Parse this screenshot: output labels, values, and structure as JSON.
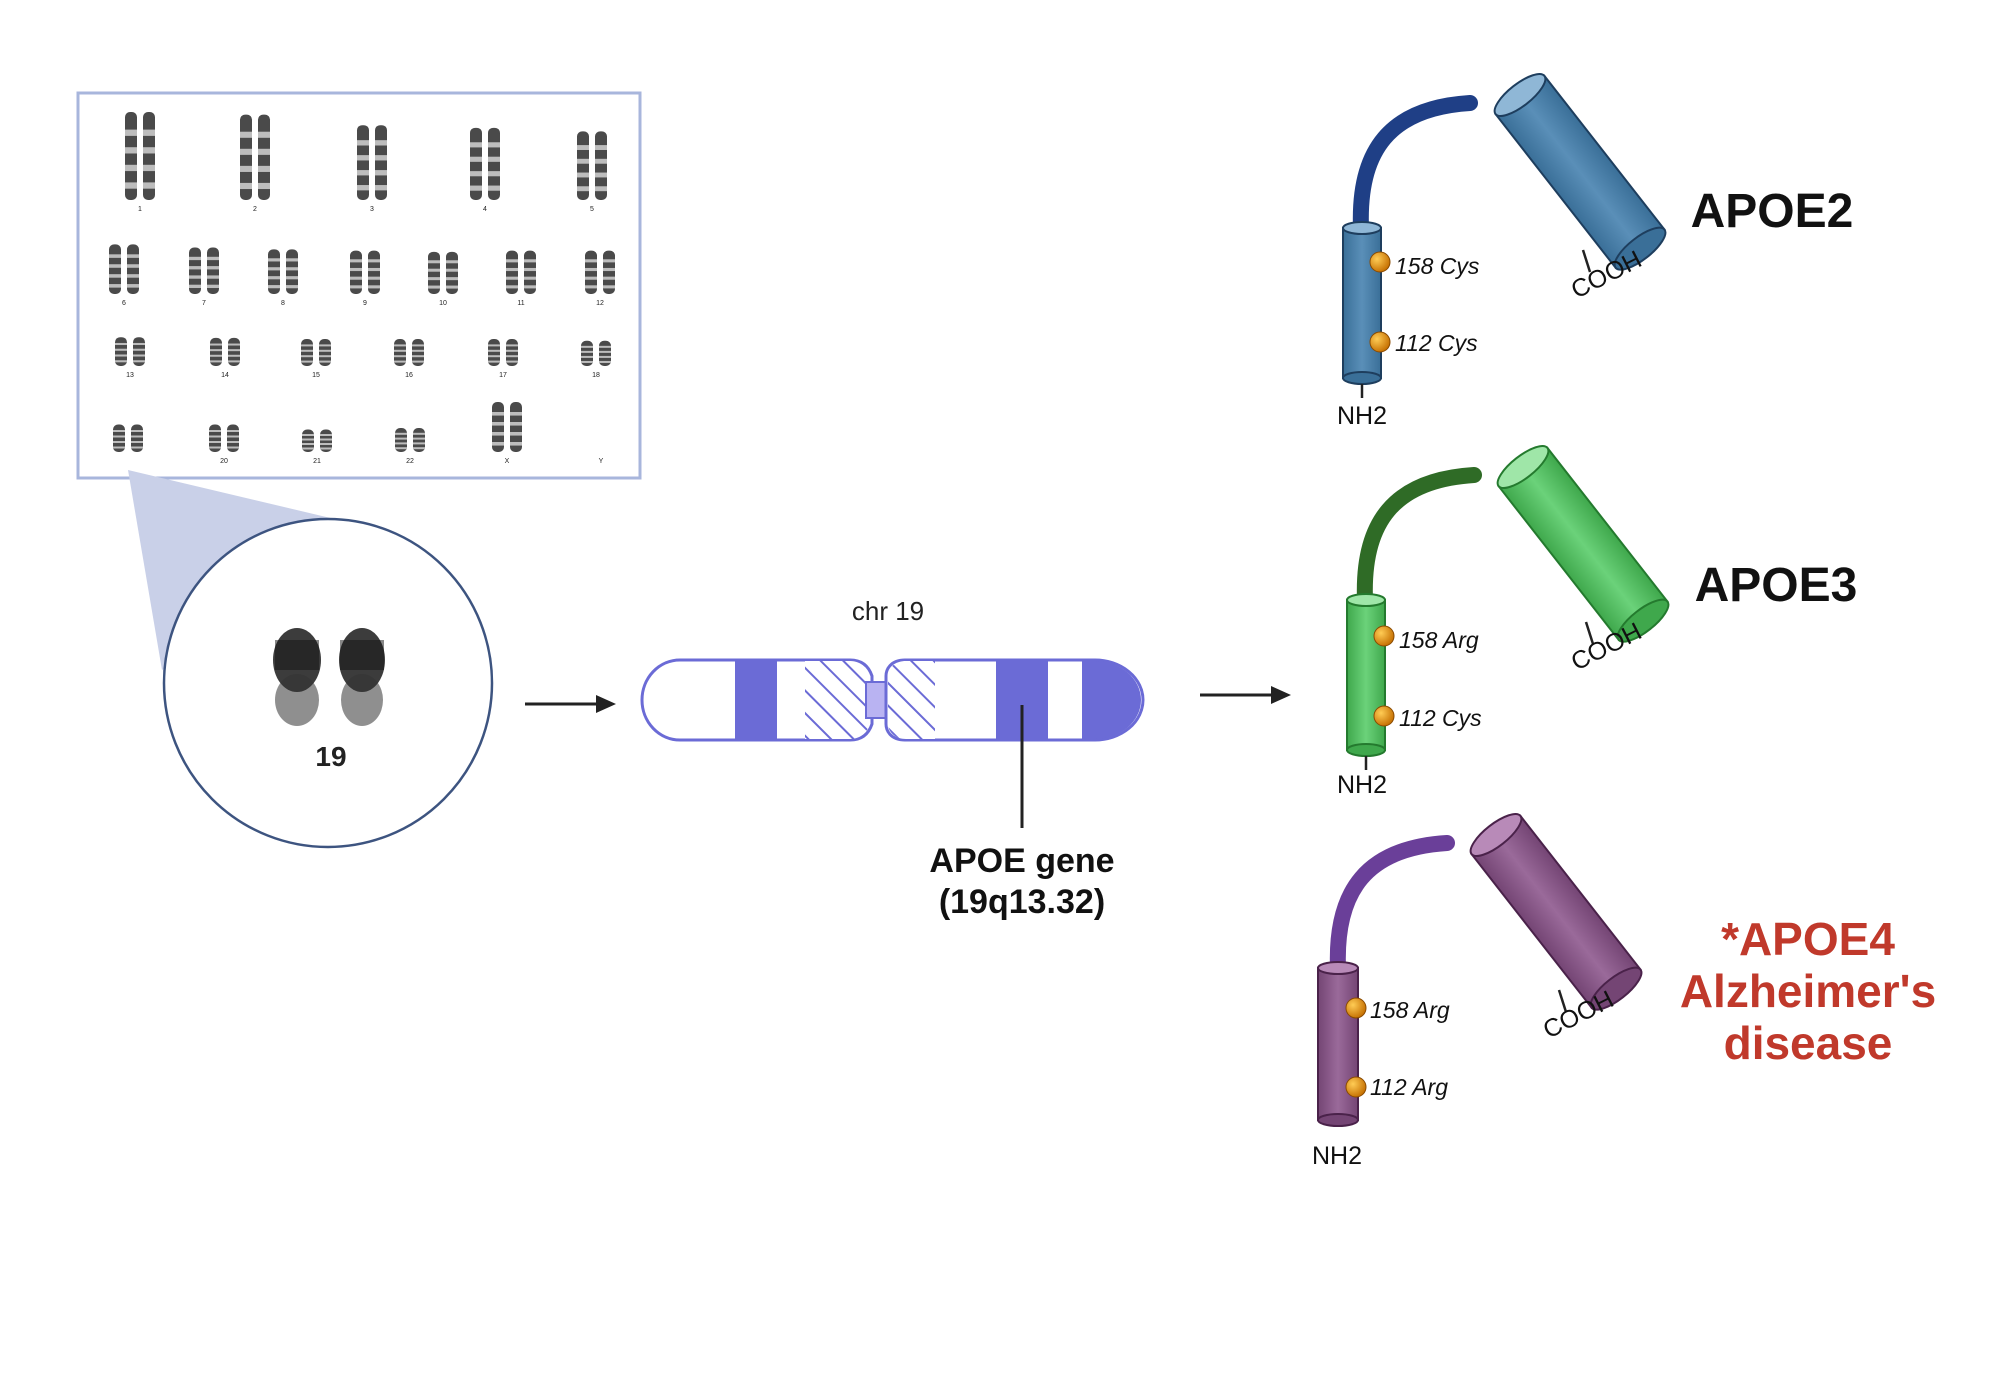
{
  "karyotype": {
    "labels": [
      "1",
      "2",
      "3",
      "4",
      "5",
      "6",
      "7",
      "8",
      "9",
      "10",
      "11",
      "12",
      "13",
      "14",
      "15",
      "16",
      "17",
      "18",
      "",
      "20",
      "21",
      "22",
      "X",
      "Y"
    ]
  },
  "zoom": {
    "chromosome_label": "19"
  },
  "ideogram": {
    "title": "chr 19",
    "gene_label_line1": "APOE gene",
    "gene_label_line2": "(19q13.32)"
  },
  "colors": {
    "apoe2_helix": "#4a7fa8",
    "apoe2_loop": "#1f3f86",
    "apoe3_helix": "#5cbf66",
    "apoe3_loop": "#2f6b26",
    "apoe4_helix": "#8a5a8a",
    "apoe4_loop": "#6a3f99",
    "residue": "#e08a0c",
    "chromosome_band": "#6b6bd6",
    "highlight_text": "#c0392b"
  },
  "isoforms": [
    {
      "name": "APOE2",
      "residue_158": "158 Cys",
      "residue_112": "112 Cys",
      "n_term": "NH2",
      "c_term": "COOH"
    },
    {
      "name": "APOE3",
      "residue_158": "158 Arg",
      "residue_112": "112 Cys",
      "n_term": "NH2",
      "c_term": "COOH"
    },
    {
      "name_line1": "*APOE4",
      "name_line2": "Alzheimer's",
      "name_line3": "disease",
      "residue_158": "158 Arg",
      "residue_112": "112 Arg",
      "n_term": "NH2",
      "c_term": "COOH"
    }
  ]
}
